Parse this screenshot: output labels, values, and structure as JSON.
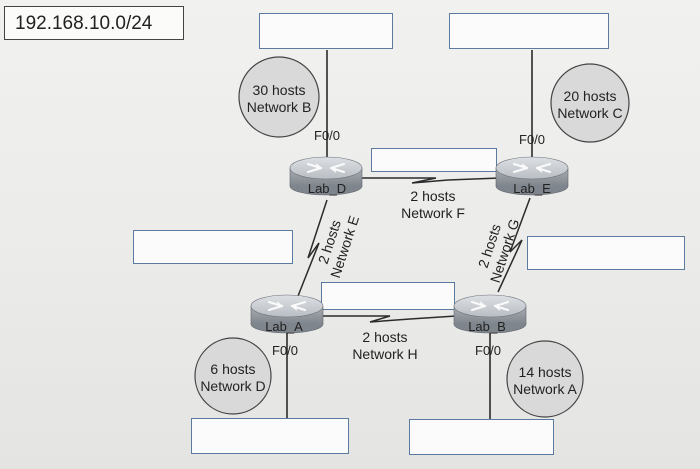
{
  "title": "192.168.10.0/24",
  "routers": [
    {
      "id": "lab_d",
      "name": "Lab_D"
    },
    {
      "id": "lab_e",
      "name": "Lab_E"
    },
    {
      "id": "lab_a",
      "name": "Lab_A"
    },
    {
      "id": "lab_b",
      "name": "Lab_B"
    }
  ],
  "ports": {
    "lab_d": "F0/0",
    "lab_e": "F0/0",
    "lab_a": "F0/0",
    "lab_b": "F0/0"
  },
  "lan_networks": [
    {
      "id": "network_b",
      "hosts": "30 hosts",
      "name": "Network B"
    },
    {
      "id": "network_c",
      "hosts": "20 hosts",
      "name": "Network C"
    },
    {
      "id": "network_d",
      "hosts": "6 hosts",
      "name": "Network D"
    },
    {
      "id": "network_a",
      "hosts": "14 hosts",
      "name": "Network A"
    }
  ],
  "wan_links": [
    {
      "id": "network_f",
      "hosts": "2 hosts",
      "name": "Network F"
    },
    {
      "id": "network_e",
      "hosts": "2 hosts",
      "name": "Network E"
    },
    {
      "id": "network_g",
      "hosts": "2 hosts",
      "name": "Network G"
    },
    {
      "id": "network_h",
      "hosts": "2 hosts",
      "name": "Network H"
    }
  ],
  "answer_fields": [
    {
      "id": "network_b_answer",
      "value": ""
    },
    {
      "id": "network_c_answer",
      "value": ""
    },
    {
      "id": "network_f_answer",
      "value": ""
    },
    {
      "id": "network_e_answer",
      "value": ""
    },
    {
      "id": "network_g_answer",
      "value": ""
    },
    {
      "id": "network_h_answer",
      "value": ""
    },
    {
      "id": "network_d_answer",
      "value": ""
    },
    {
      "id": "network_a_answer",
      "value": ""
    }
  ],
  "colors": {
    "router_top": "#c9cdd2",
    "router_body": "#9aa0a6",
    "circle_fill": "#d9d9d9",
    "line": "#2b2b2b",
    "box_border": "#5b7aa0"
  }
}
